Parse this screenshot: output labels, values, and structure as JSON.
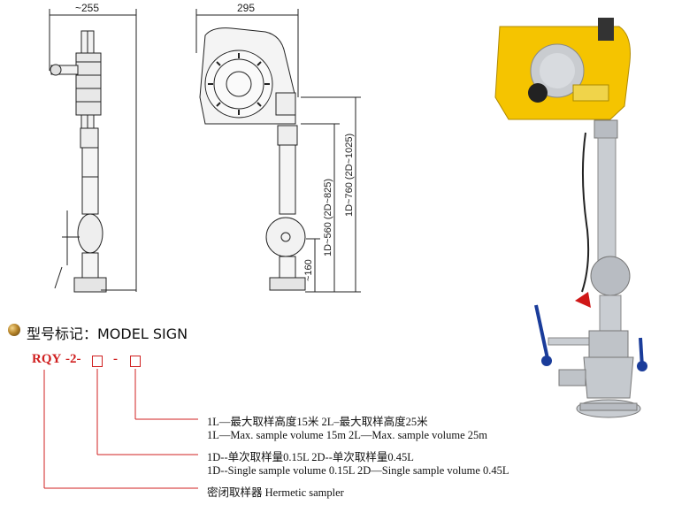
{
  "dimensions": {
    "side_width": "~255",
    "front_width": "295",
    "height_1d_2d": "1D~560 (2D~825)",
    "height_1d_760": "1D~760 (2D~1025)",
    "lower_160": "~160"
  },
  "model_sign": {
    "title": "型号标记：MODEL SIGN",
    "code_rqy": "RQY",
    "code_sep1": "-2-",
    "code_sep2": "-"
  },
  "descriptions": {
    "line1_cn": "1L—最大取样高度15米  2L–最大取样高度25米",
    "line1_en": "1L—Max. sample volume 15m   2L—Max. sample volume 25m",
    "line2_cn": "1D--单次取样量0.15L  2D--单次取样量0.45L",
    "line2_en": "1D--Single sample volume 0.15L   2D—Single sample volume 0.45L",
    "line3": "密闭取样器  Hermetic sampler"
  },
  "colors": {
    "accent_red": "#d02020",
    "housing_yellow": "#f5c400",
    "metal_gray": "#b8bcc2"
  }
}
